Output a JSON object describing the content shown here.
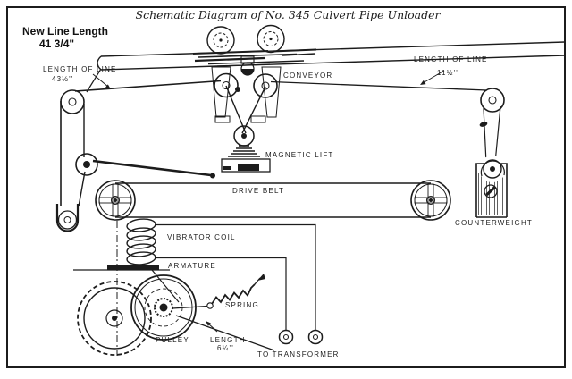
{
  "diagram": {
    "title": "Schematic Diagram of No. 345 Culvert Pipe Unloader",
    "annotation": {
      "line1": "New Line Length",
      "line2": "41 3/4\""
    },
    "labels": {
      "line_left_1": "LENGTH OF LINE",
      "line_left_2": "43½''",
      "line_right_1": "LENGTH OF LINE",
      "line_right_2": "11½''",
      "conveyor": "CONVEYOR",
      "magnetic_lift": "MAGNETIC LIFT",
      "drive_belt": "DRIVE BELT",
      "counterweight": "COUNTERWEIGHT",
      "vibrator_coil": "VIBRATOR COIL",
      "armature": "ARMATURE",
      "spring": "SPRING",
      "pulley": "PULLEY",
      "length_1": "LENGTH",
      "length_2": "6¼''",
      "to_transformer": "TO TRANSFORMER"
    },
    "colors": {
      "ink": "#1c1c1c",
      "paper": "#ffffff"
    }
  }
}
